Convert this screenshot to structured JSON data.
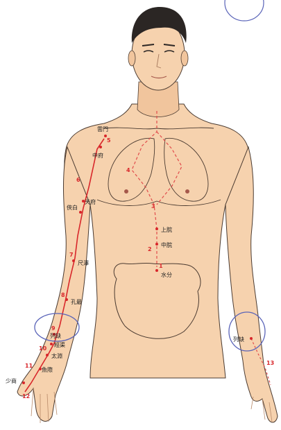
{
  "colors": {
    "skin": "#f6d2ae",
    "skin_shadow": "#e7b48b",
    "outline": "#4a3a30",
    "hair": "#2b2624",
    "meridian_red": "#d8262a",
    "meridian_dashed": "#e14b4b",
    "circle_blue": "#5963b8",
    "background": "#ffffff"
  },
  "labels": {
    "yunmen": "雲門",
    "zhongfu": "中府",
    "tianfu": "天府",
    "xiabai": "俠白",
    "chize": "尺澤",
    "kongzui": "孔最",
    "lieque_left": "列缺",
    "jingqu": "經渠",
    "taiyuan": "太淵",
    "yuji": "魚際",
    "shaoshang": "少商",
    "shangwan": "上脘",
    "zhongwan": "中脘",
    "shuifen": "水分",
    "lieque_right": "列缺"
  },
  "numbers": {
    "n1": "1",
    "n2": "2",
    "n3": "3",
    "n4": "4",
    "n5": "5",
    "n6": "6",
    "n7": "7",
    "n8": "8",
    "n9": "9",
    "n10": "10",
    "n11": "11",
    "n12": "12",
    "n13": "13"
  }
}
